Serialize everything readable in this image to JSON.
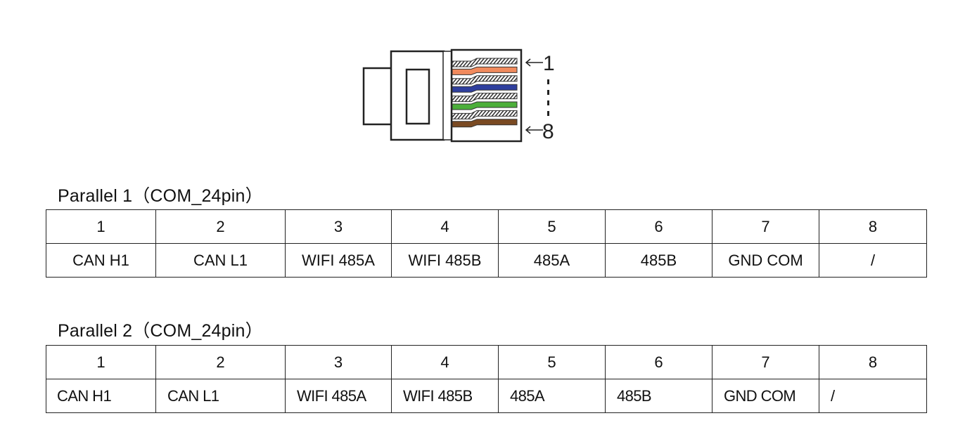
{
  "connector": {
    "pin_first_label": "1",
    "pin_last_label": "8",
    "wires": [
      {
        "pin": 1,
        "style": "striped",
        "color": "#f08a5d"
      },
      {
        "pin": 2,
        "style": "solid",
        "color": "#f08a5d"
      },
      {
        "pin": 3,
        "style": "striped",
        "color": "#2f3f9e"
      },
      {
        "pin": 4,
        "style": "solid",
        "color": "#2f3f9e"
      },
      {
        "pin": 5,
        "style": "striped",
        "color": "#4caf3a"
      },
      {
        "pin": 6,
        "style": "solid",
        "color": "#4caf3a"
      },
      {
        "pin": 7,
        "style": "striped",
        "color": "#7a4a22"
      },
      {
        "pin": 8,
        "style": "solid",
        "color": "#7a4a22"
      }
    ]
  },
  "tables": [
    {
      "title": "Parallel 1（COM_24pin）",
      "pins": [
        "1",
        "2",
        "3",
        "4",
        "5",
        "6",
        "7",
        "8"
      ],
      "signals": [
        "CAN H1",
        "CAN L1",
        "WIFI 485A",
        "WIFI 485B",
        "485A",
        "485B",
        "GND COM",
        "/"
      ]
    },
    {
      "title": "Parallel 2（COM_24pin）",
      "pins": [
        "1",
        "2",
        "3",
        "4",
        "5",
        "6",
        "7",
        "8"
      ],
      "signals": [
        "CAN H1",
        "CAN L1",
        "WIFI 485A",
        "WIFI 485B",
        "485A",
        "485B",
        "GND COM",
        "/"
      ]
    }
  ]
}
